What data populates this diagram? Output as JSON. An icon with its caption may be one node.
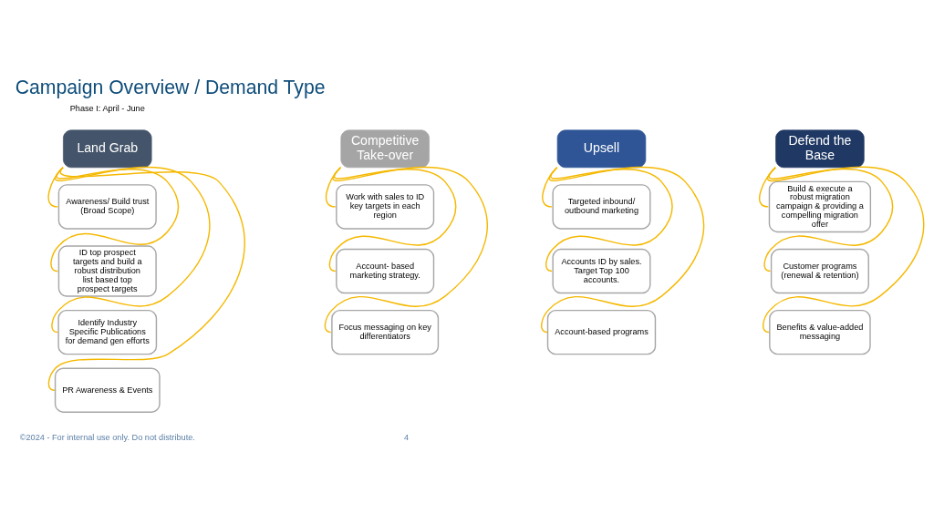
{
  "diagram": {
    "title": "Campaign Overview / Demand Type",
    "nodes": [
      {
        "text": [
          "Land Grab"
        ],
        "beside": [
          "Phase I: April - June"
        ]
      },
      {
        "text": [
          "Awareness/ Build trust (Broad Scope)"
        ]
      },
      {
        "text": [
          "ID top prospect targets and build a robust distribution list based top prospect targets"
        ]
      },
      {
        "text": [
          "Identify Industry Specific Publications for demand gen efforts"
        ]
      },
      {
        "text": [
          "PR Awareness & Events"
        ]
      },
      {
        "text": [
          "Competitive Take-over"
        ]
      },
      {
        "text": [
          "Work with sales to ID key targets in each region"
        ]
      },
      {
        "text": [
          "Account- based marketing strategy."
        ]
      },
      {
        "text": [
          "Focus messaging on key differentiators"
        ]
      },
      {
        "text": [
          "Upsell"
        ]
      },
      {
        "text": [
          "Targeted inbound/ outbound marketing"
        ]
      },
      {
        "text": [
          "Accounts ID by sales. Target Top 100 accounts."
        ]
      },
      {
        "text": [
          "Account-based programs"
        ]
      },
      {
        "text": [
          "Defend the Base"
        ]
      },
      {
        "text": [
          "Build & execute a robust migration campaign & providing a compelling migration offer"
        ]
      },
      {
        "text": [
          "Customer programs (renewal & retention)"
        ]
      },
      {
        "text": [
          "Benefits & value-added messaging"
        ]
      }
    ],
    "edges": [
      {
        "from": 0,
        "to": 1,
        "arrow": "none"
      },
      {
        "from": 0,
        "to": 2,
        "arrow": "none"
      },
      {
        "from": 0,
        "to": 3,
        "arrow": "none"
      },
      {
        "from": 0,
        "to": 4,
        "arrow": "none"
      },
      {
        "from": 5,
        "to": 6,
        "arrow": "none"
      },
      {
        "from": 5,
        "to": 7,
        "arrow": "none"
      },
      {
        "from": 5,
        "to": 8,
        "arrow": "none"
      },
      {
        "from": 9,
        "to": 10,
        "arrow": "none"
      },
      {
        "from": 9,
        "to": 11,
        "arrow": "none"
      },
      {
        "from": 9,
        "to": 12,
        "arrow": "none"
      },
      {
        "from": 13,
        "to": 14,
        "arrow": "none"
      },
      {
        "from": 13,
        "to": 15,
        "arrow": "none"
      },
      {
        "from": 13,
        "to": 16,
        "arrow": "none"
      }
    ],
    "labels": [
      "©2024 - For internal use only. Do not distribute.",
      "4"
    ]
  }
}
